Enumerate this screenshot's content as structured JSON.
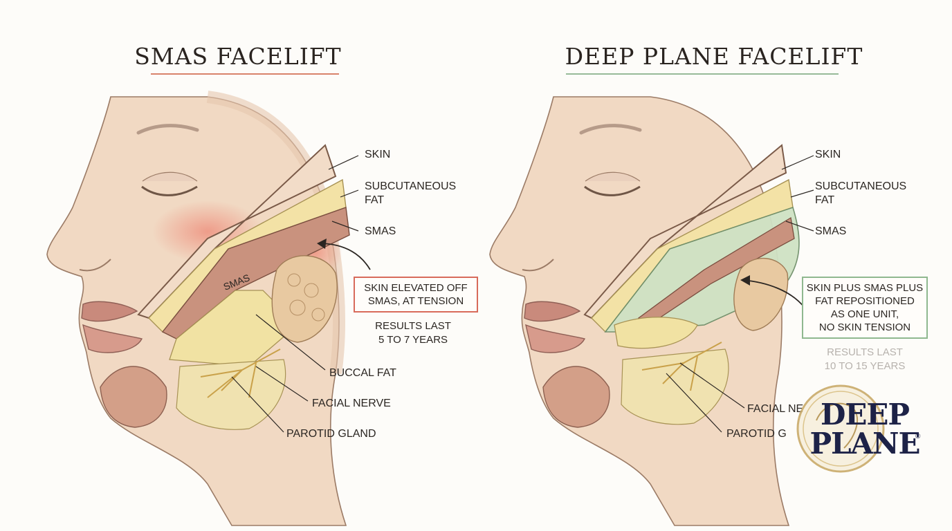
{
  "smas": {
    "title": "SMAS FACELIFT",
    "labels": {
      "skin": "SKIN",
      "subcutaneous_fat": "SUBCUTANEOUS\nFAT",
      "smas": "SMAS",
      "smas_on_muscle": "SMAS",
      "buccal_fat": "BUCCAL FAT",
      "facial_nerve": "FACIAL NERVE",
      "parotid_gland": "PAROTID GLAND"
    },
    "callout": "SKIN ELEVATED OFF\nSMAS, AT TENSION",
    "results": "RESULTS LAST\n5 TO 7 YEARS",
    "accent_color": "#d8826a"
  },
  "deep_plane": {
    "title": "DEEP PLANE FACELIFT",
    "labels": {
      "skin": "SKIN",
      "subcutaneous_fat": "SUBCUTANEOUS\nFAT",
      "smas": "SMAS",
      "facial_nerve": "FACIAL NE",
      "parotid_gland": "PAROTID G"
    },
    "callout": "SKIN PLUS SMAS PLUS\nFAT REPOSITIONED\nAS ONE UNIT,\nNO SKIN TENSION",
    "results": "RESULTS LAST\n10 TO 15 YEARS",
    "accent_color": "#8fb88f"
  },
  "logo": {
    "line1": "DEEP",
    "line2": "PLANE",
    "mark": "®",
    "text_color": "#1d2247",
    "ring_color": "#c9ab6a"
  }
}
